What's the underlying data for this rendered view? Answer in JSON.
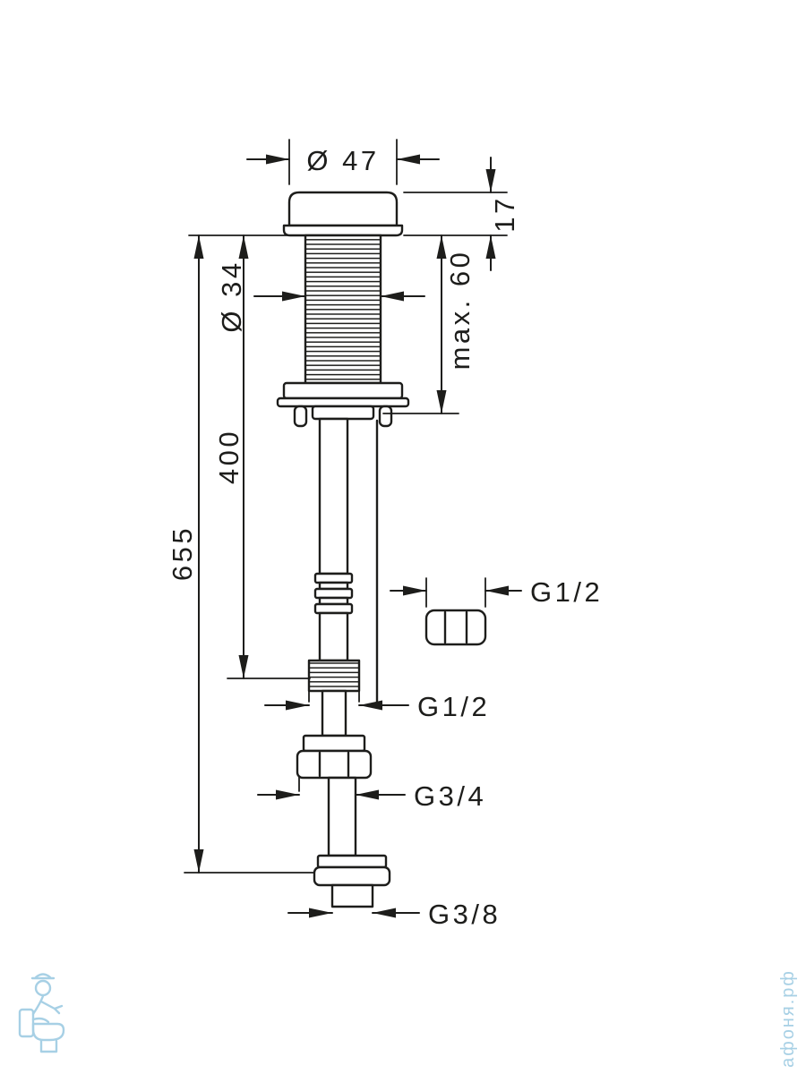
{
  "page": {
    "background": "#ffffff"
  },
  "colors": {
    "line": "#1d1d1b",
    "watermark": "#a7d0e5"
  },
  "dimensions": {
    "cap_diameter": "Ø 47",
    "cap_height": "17",
    "body_diameter": "Ø 34",
    "max_mounting_depth": "max. 60",
    "hose_length": "400",
    "overall_length": "655",
    "nut_thread": "G1/2",
    "inlet_thread": "G1/2",
    "coupling_thread": "G3/4",
    "outlet_thread": "G3/8"
  },
  "watermark": {
    "site_name": "афоня.рф"
  }
}
